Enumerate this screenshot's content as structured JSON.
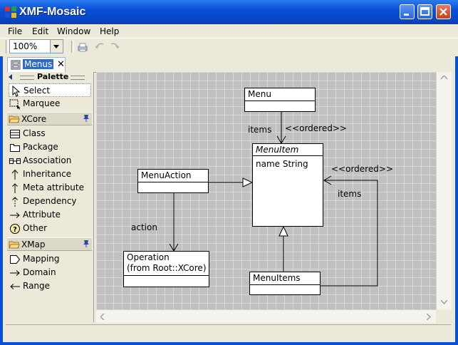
{
  "window": {
    "title": "XMF-Mosaic"
  },
  "menubar": [
    "File",
    "Edit",
    "Window",
    "Help"
  ],
  "toolbar": {
    "zoom": "100%"
  },
  "editor_tab": {
    "label": "Menus"
  },
  "palette": {
    "title": "Palette",
    "tools": [
      {
        "label": "Select",
        "icon": "arrow-pointer-icon"
      },
      {
        "label": "Marquee",
        "icon": "marquee-icon"
      }
    ],
    "drawers": [
      {
        "label": "XCore",
        "items": [
          {
            "label": "Class",
            "icon": "class-icon"
          },
          {
            "label": "Package",
            "icon": "package-icon"
          },
          {
            "label": "Association",
            "icon": "association-icon"
          },
          {
            "label": "Inheritance",
            "icon": "inheritance-icon"
          },
          {
            "label": "Meta attribute",
            "icon": "meta-attribute-icon"
          },
          {
            "label": "Dependency",
            "icon": "dependency-icon"
          },
          {
            "label": "Attribute",
            "icon": "attribute-icon"
          },
          {
            "label": "Other",
            "icon": "question-icon"
          }
        ]
      },
      {
        "label": "XMap",
        "items": [
          {
            "label": "Mapping",
            "icon": "mapping-icon"
          },
          {
            "label": "Domain",
            "icon": "domain-icon"
          },
          {
            "label": "Range",
            "icon": "range-icon"
          }
        ]
      }
    ]
  },
  "diagram": {
    "classes": {
      "menu": {
        "name": "Menu"
      },
      "menu_item": {
        "name": "MenuItem",
        "attribute": "name  String"
      },
      "menu_action": {
        "name": "MenuAction"
      },
      "operation": {
        "name_line1": "Operation",
        "name_line2": "(from Root::XCore)"
      },
      "menu_items": {
        "name": "MenuItems"
      }
    },
    "labels": {
      "items_top": "items",
      "ordered_top": "<<ordered>>",
      "ordered_right": "<<ordered>>",
      "items_right": "items",
      "action": "action"
    }
  }
}
